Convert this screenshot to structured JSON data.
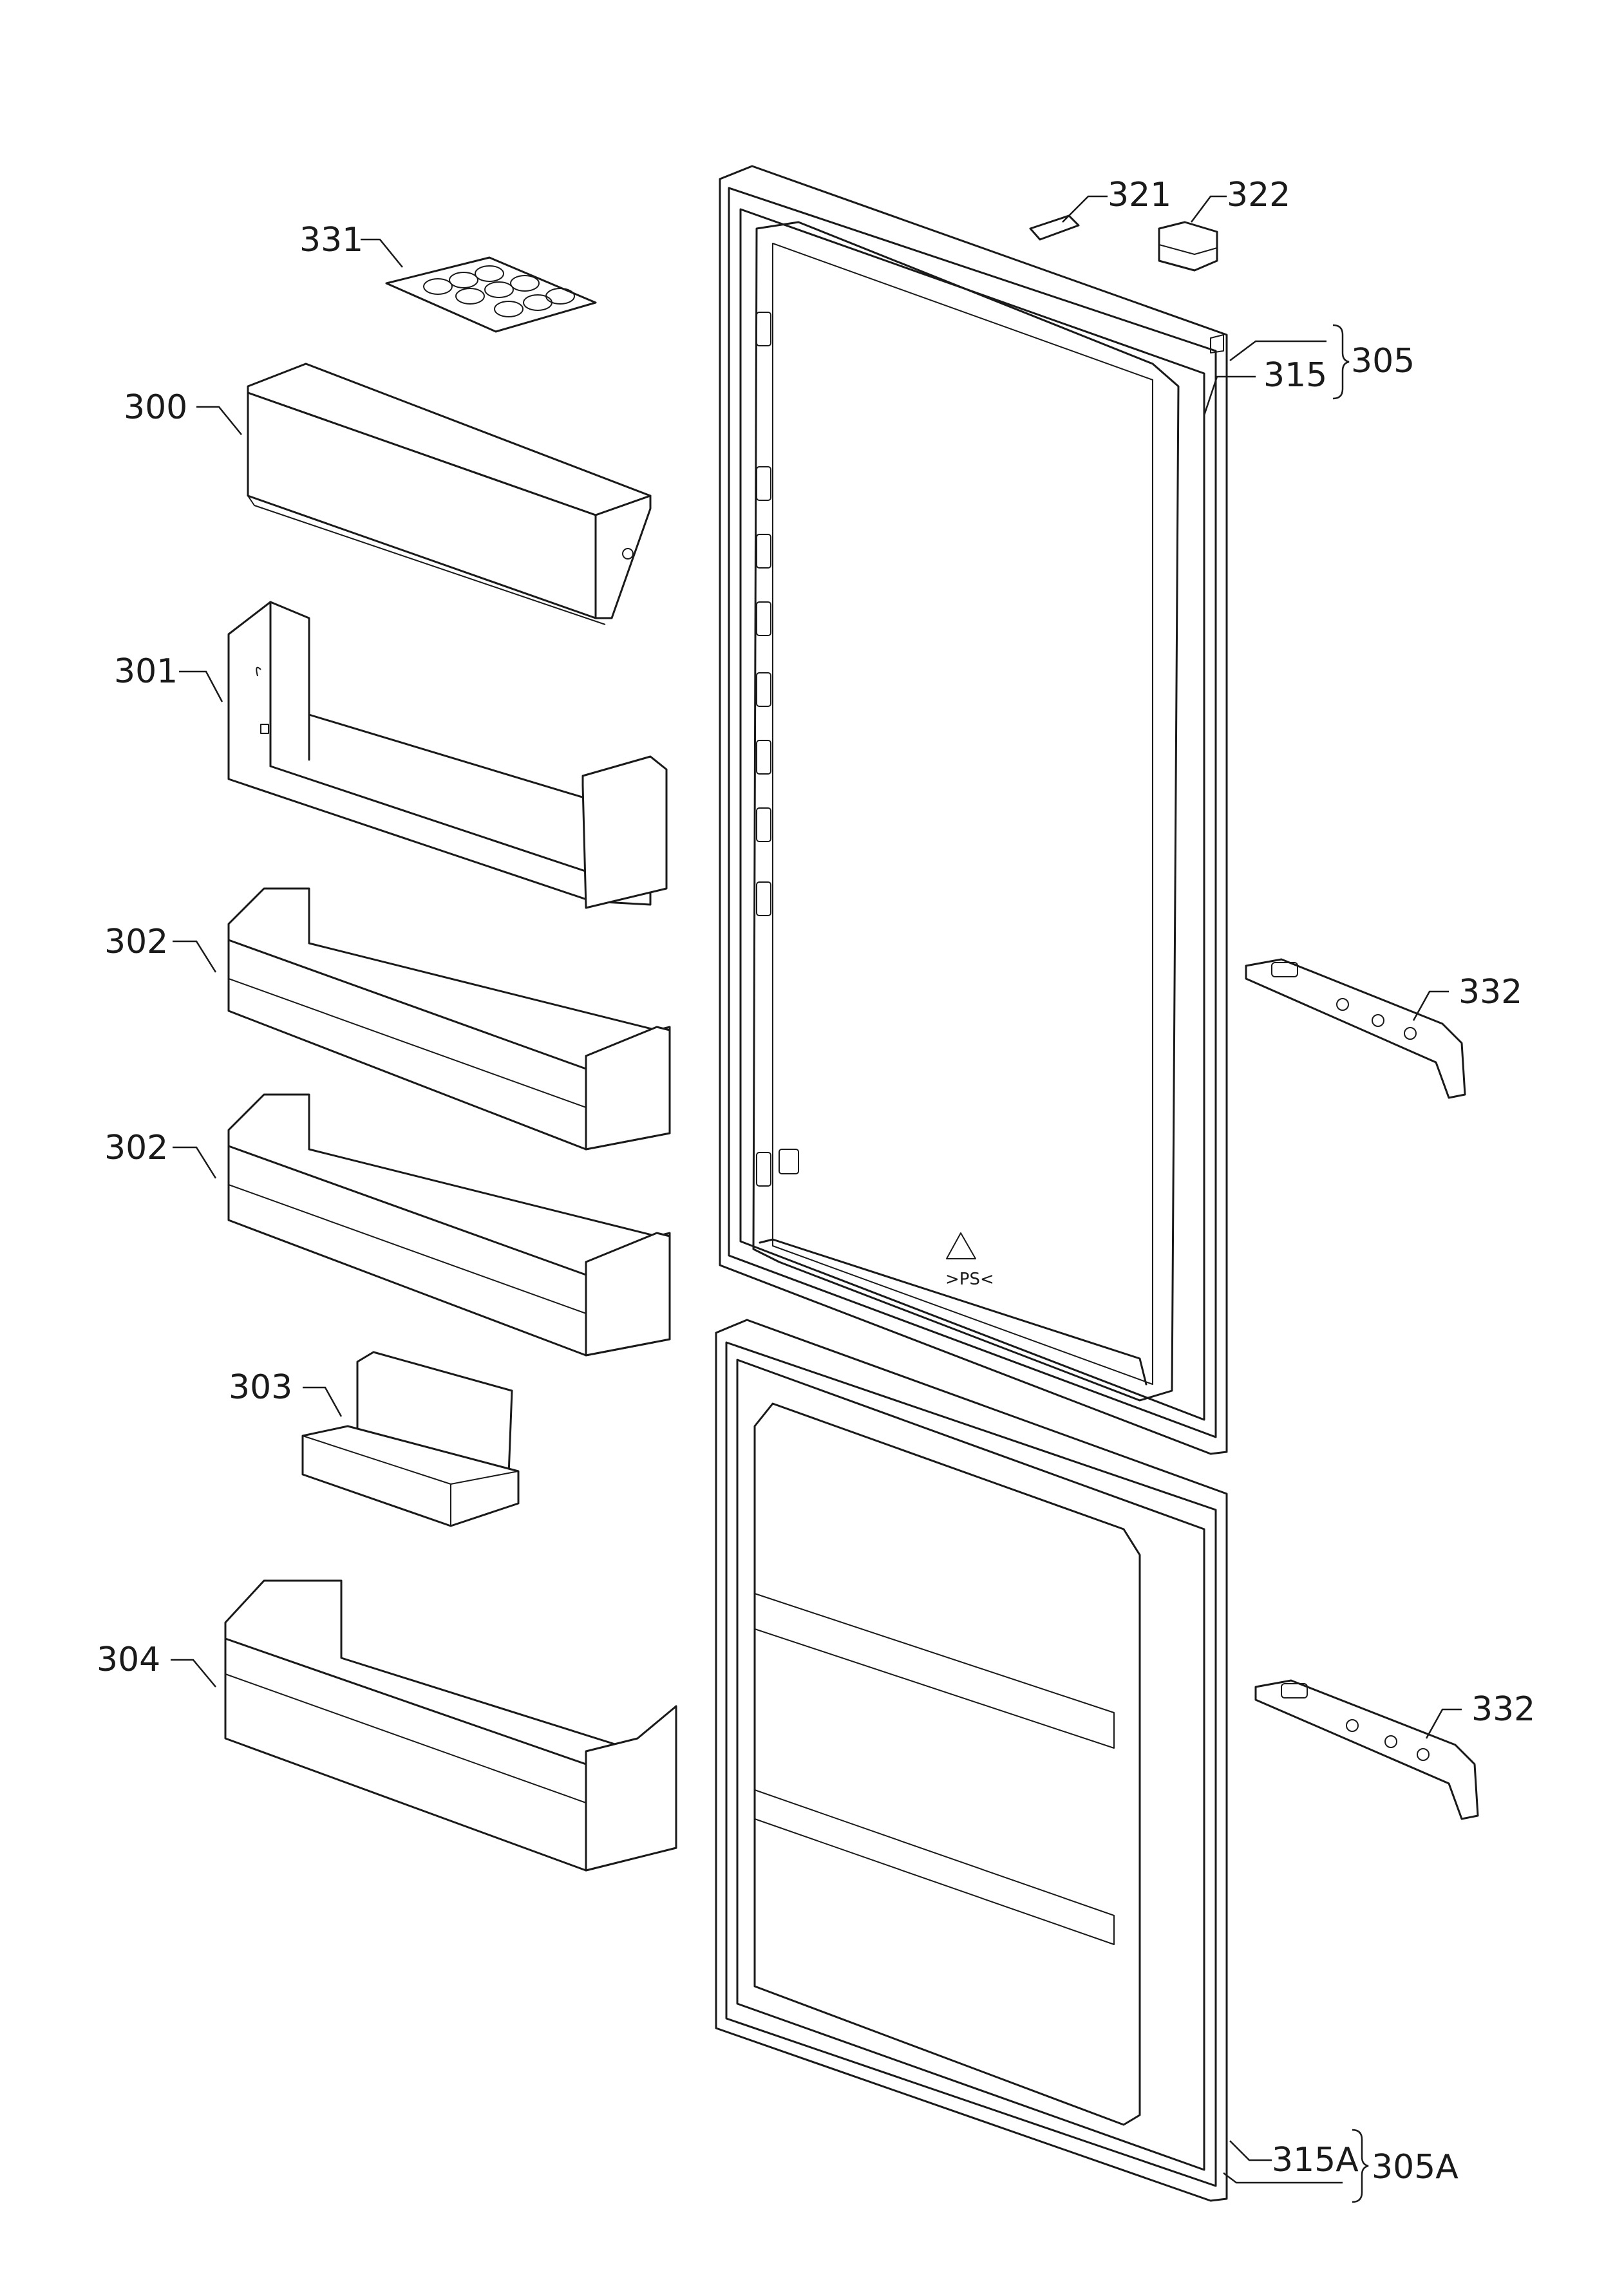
{
  "parts": {
    "p331": "331",
    "p300": "300",
    "p301": "301",
    "p302a": "302",
    "p302b": "302",
    "p303": "303",
    "p304": "304",
    "p321": "321",
    "p322": "322",
    "p315": "315",
    "p305": "305",
    "p332a": "332",
    "p332b": "332",
    "p315A": "315A",
    "p305A": "305A"
  },
  "recycling_mark": ">PS<"
}
